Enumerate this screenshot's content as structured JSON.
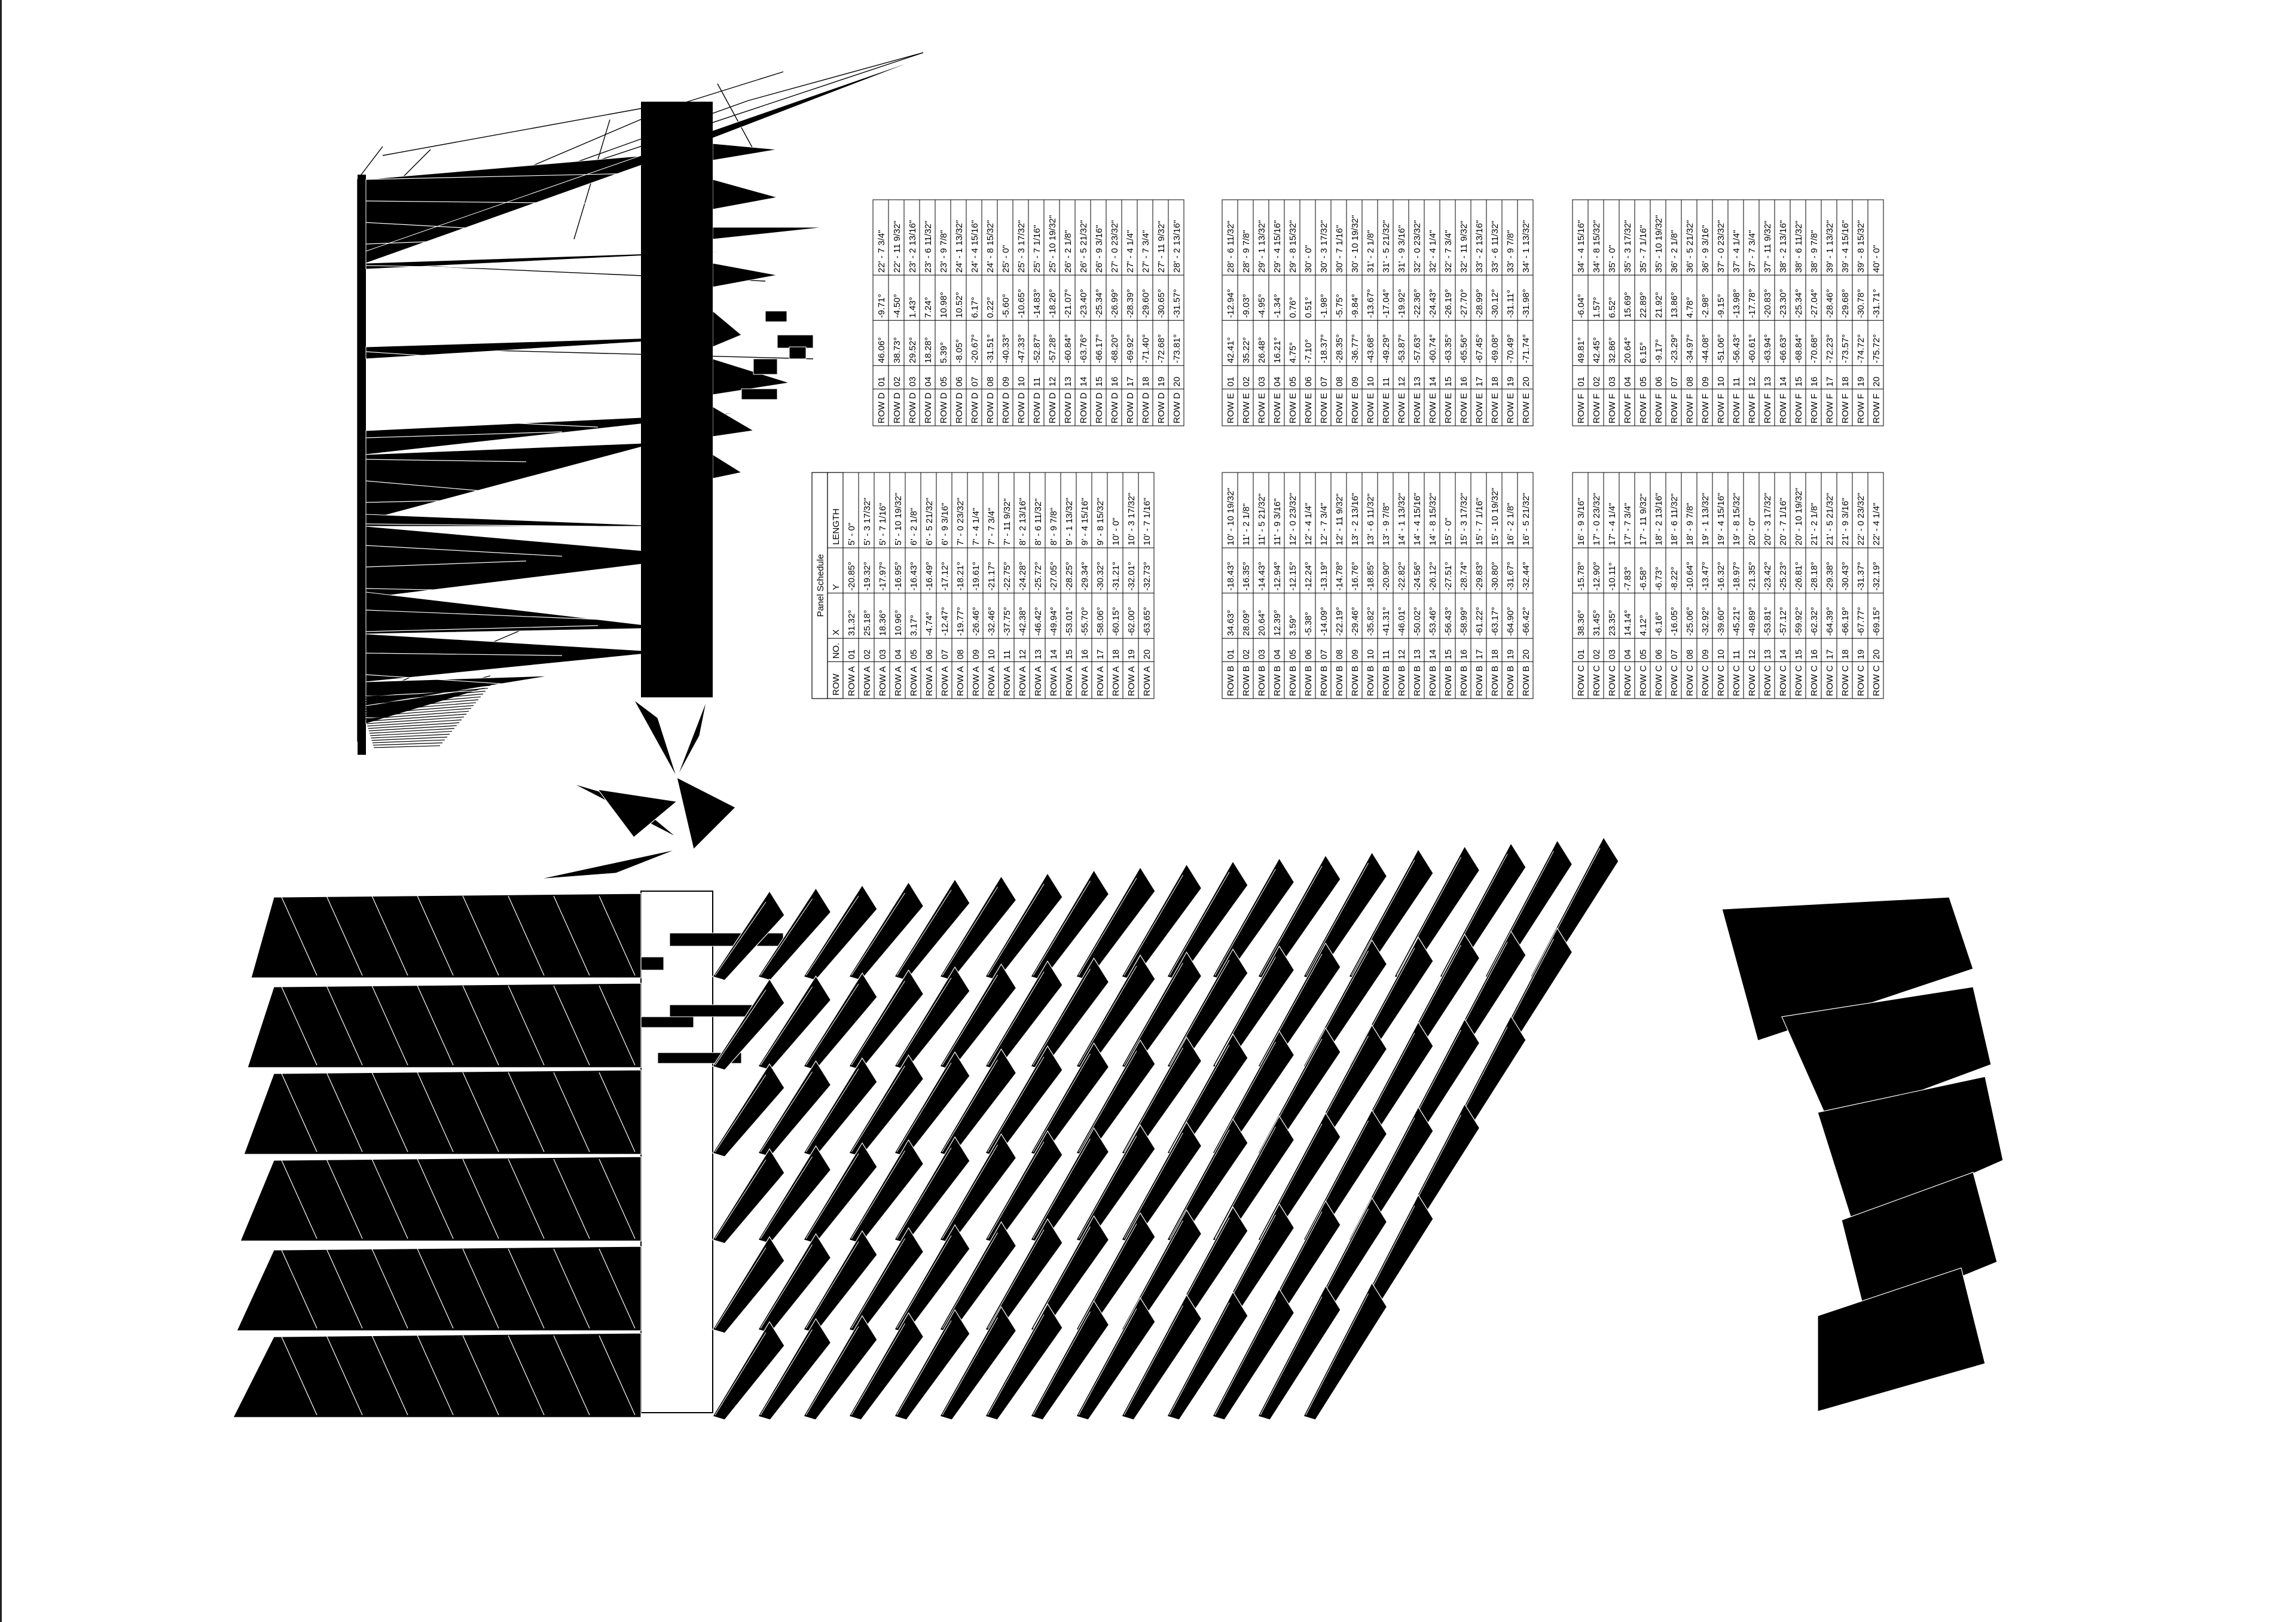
{
  "drawing": {
    "kind": "panel-schedule-sheet",
    "colors": {
      "ink": "#000000",
      "paper": "#ffffff",
      "line": "#000000"
    }
  },
  "schedule": {
    "title": "Panel Schedule",
    "headers": [
      "ROW",
      "NO.",
      "X",
      "Y",
      "LENGTH"
    ],
    "groups": [
      {
        "name": "ROW A",
        "rows": [
          [
            "ROW A",
            "01",
            "31.32°",
            "-20.85°",
            "5' - 0\""
          ],
          [
            "ROW A",
            "02",
            "25.18°",
            "-19.32°",
            "5' - 3 17/32\""
          ],
          [
            "ROW A",
            "03",
            "18.36°",
            "-17.97°",
            "5' - 7 1/16\""
          ],
          [
            "ROW A",
            "04",
            "10.96°",
            "-16.95°",
            "5' - 10 19/32\""
          ],
          [
            "ROW A",
            "05",
            "3.17°",
            "-16.43°",
            "6' - 2 1/8\""
          ],
          [
            "ROW A",
            "06",
            "-4.74°",
            "-16.49°",
            "6' - 5 21/32\""
          ],
          [
            "ROW A",
            "07",
            "-12.47°",
            "-17.12°",
            "6' - 9 3/16\""
          ],
          [
            "ROW A",
            "08",
            "-19.77°",
            "-18.21°",
            "7' - 0 23/32\""
          ],
          [
            "ROW A",
            "09",
            "-26.46°",
            "-19.61°",
            "7' - 4 1/4\""
          ],
          [
            "ROW A",
            "10",
            "-32.46°",
            "-21.17°",
            "7' - 7 3/4\""
          ],
          [
            "ROW A",
            "11",
            "-37.75°",
            "-22.75°",
            "7' - 11 9/32\""
          ],
          [
            "ROW A",
            "12",
            "-42.38°",
            "-24.28°",
            "8' - 2 13/16\""
          ],
          [
            "ROW A",
            "13",
            "-46.42°",
            "-25.72°",
            "8' - 6 11/32\""
          ],
          [
            "ROW A",
            "14",
            "-49.94°",
            "-27.05°",
            "8' - 9 7/8\""
          ],
          [
            "ROW A",
            "15",
            "-53.01°",
            "-28.25°",
            "9' - 1 13/32\""
          ],
          [
            "ROW A",
            "16",
            "-55.70°",
            "-29.34°",
            "9' - 4 15/16\""
          ],
          [
            "ROW A",
            "17",
            "-58.06°",
            "-30.32°",
            "9' - 8 15/32\""
          ],
          [
            "ROW A",
            "18",
            "-60.15°",
            "-31.21°",
            "10' - 0\""
          ],
          [
            "ROW A",
            "19",
            "-62.00°",
            "-32.01°",
            "10' - 3 17/32\""
          ],
          [
            "ROW A",
            "20",
            "-63.65°",
            "-32.73°",
            "10' - 7 1/16\""
          ]
        ]
      },
      {
        "name": "ROW B",
        "rows": [
          [
            "ROW B",
            "01",
            "34.63°",
            "-18.43°",
            "10' - 10 19/32\""
          ],
          [
            "ROW B",
            "02",
            "28.09°",
            "-16.35°",
            "11' - 2 1/8\""
          ],
          [
            "ROW B",
            "03",
            "20.64°",
            "-14.43°",
            "11' - 5 21/32\""
          ],
          [
            "ROW B",
            "04",
            "12.39°",
            "-12.94°",
            "11' - 9 3/16\""
          ],
          [
            "ROW B",
            "05",
            "3.59°",
            "-12.15°",
            "12' - 0 23/32\""
          ],
          [
            "ROW B",
            "06",
            "-5.38°",
            "-12.24°",
            "12' - 4 1/4\""
          ],
          [
            "ROW B",
            "07",
            "-14.09°",
            "-13.19°",
            "12' - 7 3/4\""
          ],
          [
            "ROW B",
            "08",
            "-22.19°",
            "-14.78°",
            "12' - 11 9/32\""
          ],
          [
            "ROW B",
            "09",
            "-29.46°",
            "-16.76°",
            "13' - 2 13/16\""
          ],
          [
            "ROW B",
            "10",
            "-35.82°",
            "-18.85°",
            "13' - 6 11/32\""
          ],
          [
            "ROW B",
            "11",
            "-41.31°",
            "-20.90°",
            "13' - 9 7/8\""
          ],
          [
            "ROW B",
            "12",
            "-46.01°",
            "-22.82°",
            "14' - 1 13/32\""
          ],
          [
            "ROW B",
            "13",
            "-50.02°",
            "-24.56°",
            "14' - 4 15/16\""
          ],
          [
            "ROW B",
            "14",
            "-53.46°",
            "-26.12°",
            "14' - 8 15/32\""
          ],
          [
            "ROW B",
            "15",
            "-56.43°",
            "-27.51°",
            "15' - 0\""
          ],
          [
            "ROW B",
            "16",
            "-58.99°",
            "-28.74°",
            "15' - 3 17/32\""
          ],
          [
            "ROW B",
            "17",
            "-61.22°",
            "-29.83°",
            "15' - 7 1/16\""
          ],
          [
            "ROW B",
            "18",
            "-63.17°",
            "-30.80°",
            "15' - 10 19/32\""
          ],
          [
            "ROW B",
            "19",
            "-64.90°",
            "-31.67°",
            "16' - 2 1/8\""
          ],
          [
            "ROW B",
            "20",
            "-66.42°",
            "-32.44°",
            "16' - 5 21/32\""
          ]
        ]
      },
      {
        "name": "ROW C",
        "rows": [
          [
            "ROW C",
            "01",
            "38.36°",
            "-15.78°",
            "16' - 9 3/16\""
          ],
          [
            "ROW C",
            "02",
            "31.45°",
            "-12.90°",
            "17' - 0 23/32\""
          ],
          [
            "ROW C",
            "03",
            "23.35°",
            "-10.11°",
            "17' - 4 1/4\""
          ],
          [
            "ROW C",
            "04",
            "14.14°",
            "-7.83°",
            "17' - 7 3/4\""
          ],
          [
            "ROW C",
            "05",
            "4.12°",
            "-6.58°",
            "17' - 11 9/32\""
          ],
          [
            "ROW C",
            "06",
            "-6.16°",
            "-6.73°",
            "18' - 2 13/16\""
          ],
          [
            "ROW C",
            "07",
            "-16.05°",
            "-8.22°",
            "18' - 6 11/32\""
          ],
          [
            "ROW C",
            "08",
            "-25.06°",
            "-10.64°",
            "18' - 9 7/8\""
          ],
          [
            "ROW C",
            "09",
            "-32.92°",
            "-13.47°",
            "19' - 1 13/32\""
          ],
          [
            "ROW C",
            "10",
            "-39.60°",
            "-16.32°",
            "19' - 4 15/16\""
          ],
          [
            "ROW C",
            "11",
            "-45.21°",
            "-18.97°",
            "19' - 8 15/32\""
          ],
          [
            "ROW C",
            "12",
            "-49.89°",
            "-21.35°",
            "20' - 0\""
          ],
          [
            "ROW C",
            "13",
            "-53.81°",
            "-23.42°",
            "20' - 3 17/32\""
          ],
          [
            "ROW C",
            "14",
            "-57.12°",
            "-25.23°",
            "20' - 7 1/16\""
          ],
          [
            "ROW C",
            "15",
            "-59.92°",
            "-26.81°",
            "20' - 10 19/32\""
          ],
          [
            "ROW C",
            "16",
            "-62.32°",
            "-28.18°",
            "21' - 2 1/8\""
          ],
          [
            "ROW C",
            "17",
            "-64.39°",
            "-29.38°",
            "21' - 5 21/32\""
          ],
          [
            "ROW C",
            "18",
            "-66.19°",
            "-30.43°",
            "21' - 9 3/16\""
          ],
          [
            "ROW C",
            "19",
            "-67.77°",
            "-31.37°",
            "22' - 0 23/32\""
          ],
          [
            "ROW C",
            "20",
            "-69.15°",
            "-32.19°",
            "22' - 4 1/4\""
          ]
        ]
      },
      {
        "name": "ROW D",
        "rows": [
          [
            "ROW D",
            "01",
            "46.06°",
            "-9.71°",
            "22' - 7 3/4\""
          ],
          [
            "ROW D",
            "02",
            "38.73°",
            "-4.50°",
            "22' - 11 9/32\""
          ],
          [
            "ROW D",
            "03",
            "29.52°",
            "1.43°",
            "23' - 2 13/16\""
          ],
          [
            "ROW D",
            "04",
            "18.28°",
            "7.24°",
            "23' - 6 11/32\""
          ],
          [
            "ROW D",
            "05",
            "5.39°",
            "10.98°",
            "23' - 9 7/8\""
          ],
          [
            "ROW D",
            "06",
            "-8.05°",
            "10.52°",
            "24' - 1 13/32\""
          ],
          [
            "ROW D",
            "07",
            "-20.67°",
            "6.17°",
            "24' - 4 15/16\""
          ],
          [
            "ROW D",
            "08",
            "-31.51°",
            "0.22°",
            "24' - 8 15/32\""
          ],
          [
            "ROW D",
            "09",
            "-40.33°",
            "-5.60°",
            "25' - 0\""
          ],
          [
            "ROW D",
            "10",
            "-47.33°",
            "-10.65°",
            "25' - 3 17/32\""
          ],
          [
            "ROW D",
            "11",
            "-52.87°",
            "-14.83°",
            "25' - 7 1/16\""
          ],
          [
            "ROW D",
            "12",
            "-57.28°",
            "-18.26°",
            "25' - 10 19/32\""
          ],
          [
            "ROW D",
            "13",
            "-60.84°",
            "-21.07°",
            "26' - 2 1/8\""
          ],
          [
            "ROW D",
            "14",
            "-63.76°",
            "-23.40°",
            "26' - 5 21/32\""
          ],
          [
            "ROW D",
            "15",
            "-66.17°",
            "-25.34°",
            "26' - 9 3/16\""
          ],
          [
            "ROW D",
            "16",
            "-68.20°",
            "-26.99°",
            "27' - 0 23/32\""
          ],
          [
            "ROW D",
            "17",
            "-69.92°",
            "-28.39°",
            "27' - 4 1/4\""
          ],
          [
            "ROW D",
            "18",
            "-71.40°",
            "-29.60°",
            "27' - 7 3/4\""
          ],
          [
            "ROW D",
            "19",
            "-72.68°",
            "-30.65°",
            "27' - 11 9/32\""
          ],
          [
            "ROW D",
            "20",
            "-73.81°",
            "-31.57°",
            "28' - 2 13/16\""
          ]
        ]
      },
      {
        "name": "ROW E",
        "rows": [
          [
            "ROW E",
            "01",
            "42.41°",
            "-12.94°",
            "28' - 6 11/32\""
          ],
          [
            "ROW E",
            "02",
            "35.22°",
            "-9.03°",
            "28' - 9 7/8\""
          ],
          [
            "ROW E",
            "03",
            "26.48°",
            "-4.95°",
            "29' - 1 13/32\""
          ],
          [
            "ROW E",
            "04",
            "16.21°",
            "-1.34°",
            "29' - 4 15/16\""
          ],
          [
            "ROW E",
            "05",
            "4.75°",
            "0.76°",
            "29' - 8 15/32\""
          ],
          [
            "ROW E",
            "06",
            "-7.10°",
            "0.51°",
            "30' - 0\""
          ],
          [
            "ROW E",
            "07",
            "-18.37°",
            "-1.98°",
            "30' - 3 17/32\""
          ],
          [
            "ROW E",
            "08",
            "-28.35°",
            "-5.75°",
            "30' - 7 1/16\""
          ],
          [
            "ROW E",
            "09",
            "-36.77°",
            "-9.84°",
            "30' - 10 19/32\""
          ],
          [
            "ROW E",
            "10",
            "-43.68°",
            "-13.67°",
            "31' - 2 1/8\""
          ],
          [
            "ROW E",
            "11",
            "-49.29°",
            "-17.04°",
            "31' - 5 21/32\""
          ],
          [
            "ROW E",
            "12",
            "-53.87°",
            "-19.92°",
            "31' - 9 3/16\""
          ],
          [
            "ROW E",
            "13",
            "-57.63°",
            "-22.36°",
            "32' - 0 23/32\""
          ],
          [
            "ROW E",
            "14",
            "-60.74°",
            "-24.43°",
            "32' - 4 1/4\""
          ],
          [
            "ROW E",
            "15",
            "-63.35°",
            "-26.19°",
            "32' - 7 3/4\""
          ],
          [
            "ROW E",
            "16",
            "-65.56°",
            "-27.70°",
            "32' - 11 9/32\""
          ],
          [
            "ROW E",
            "17",
            "-67.45°",
            "-28.99°",
            "33' - 2 13/16\""
          ],
          [
            "ROW E",
            "18",
            "-69.08°",
            "-30.12°",
            "33' - 6 11/32\""
          ],
          [
            "ROW E",
            "19",
            "-70.49°",
            "-31.11°",
            "33' - 9 7/8\""
          ],
          [
            "ROW E",
            "20",
            "-71.74°",
            "-31.98°",
            "34' - 1 13/32\""
          ]
        ]
      },
      {
        "name": "ROW F",
        "rows": [
          [
            "ROW F",
            "01",
            "49.81°",
            "-6.04°",
            "34' - 4 15/16\""
          ],
          [
            "ROW F",
            "02",
            "42.45°",
            "1.57°",
            "34' - 8 15/32\""
          ],
          [
            "ROW F",
            "03",
            "32.86°",
            "6.52°",
            "35' - 0\""
          ],
          [
            "ROW F",
            "04",
            "20.64°",
            "15.69°",
            "35' - 3 17/32\""
          ],
          [
            "ROW F",
            "05",
            "6.15°",
            "22.89°",
            "35' - 7 1/16\""
          ],
          [
            "ROW F",
            "06",
            "-9.17°",
            "21.92°",
            "35' - 10 19/32\""
          ],
          [
            "ROW F",
            "07",
            "-23.29°",
            "13.86°",
            "36' - 2 1/8\""
          ],
          [
            "ROW F",
            "08",
            "-34.97°",
            "4.78°",
            "36' - 5 21/32\""
          ],
          [
            "ROW F",
            "09",
            "-44.08°",
            "-2.98°",
            "36' - 9 3/16\""
          ],
          [
            "ROW F",
            "10",
            "-51.06°",
            "-9.15°",
            "37' - 0 23/32\""
          ],
          [
            "ROW F",
            "11",
            "-56.43°",
            "-13.98°",
            "37' - 4 1/4\""
          ],
          [
            "ROW F",
            "12",
            "-60.61°",
            "-17.78°",
            "37' - 7 3/4\""
          ],
          [
            "ROW F",
            "13",
            "-63.94°",
            "-20.83°",
            "37' - 11 9/32\""
          ],
          [
            "ROW F",
            "14",
            "-66.63°",
            "-23.30°",
            "38' - 2 13/16\""
          ],
          [
            "ROW F",
            "15",
            "-68.84°",
            "-25.34°",
            "38' - 6 11/32\""
          ],
          [
            "ROW F",
            "16",
            "-70.68°",
            "-27.04°",
            "38' - 9 7/8\""
          ],
          [
            "ROW F",
            "17",
            "-72.23°",
            "-28.46°",
            "39' - 1 13/32\""
          ],
          [
            "ROW F",
            "18",
            "-73.57°",
            "-29.68°",
            "39' - 4 15/16\""
          ],
          [
            "ROW F",
            "19",
            "-74.72°",
            "-30.78°",
            "39' - 8 15/32\""
          ],
          [
            "ROW F",
            "20",
            "-75.72°",
            "-31.71°",
            "40' - 0\""
          ]
        ]
      }
    ]
  }
}
